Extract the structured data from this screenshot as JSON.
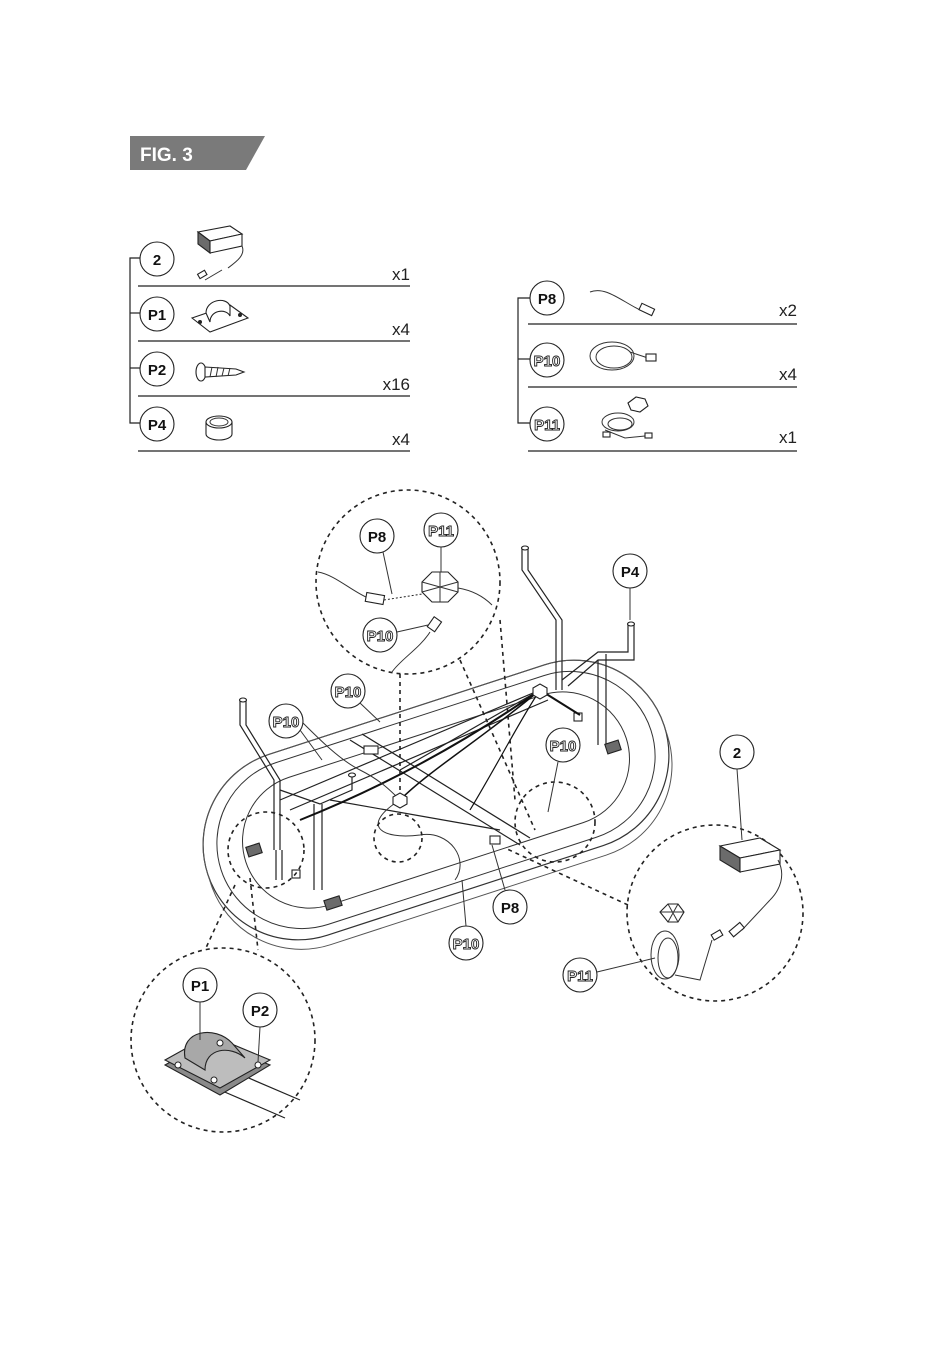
{
  "figure": {
    "label": "FIG. 3"
  },
  "parts_left": [
    {
      "id": "2",
      "qty": "x1"
    },
    {
      "id": "P1",
      "qty": "x4"
    },
    {
      "id": "P2",
      "qty": "x16"
    },
    {
      "id": "P4",
      "qty": "x4"
    }
  ],
  "parts_right": [
    {
      "id": "P8",
      "qty": "x2"
    },
    {
      "id": "P10",
      "qty": "x4"
    },
    {
      "id": "P11",
      "qty": "x1"
    }
  ],
  "callouts": {
    "detail_top_p8": "P8",
    "detail_top_p11": "P11",
    "detail_top_p10": "P10",
    "leg_p4": "P4",
    "p10_a": "P10",
    "p10_b": "P10",
    "p10_c": "P10",
    "p10_d": "P10",
    "p8_main": "P8",
    "adapter_2": "2",
    "detail_right_p11": "P11",
    "detail_left_p1": "P1",
    "detail_left_p2": "P2"
  }
}
